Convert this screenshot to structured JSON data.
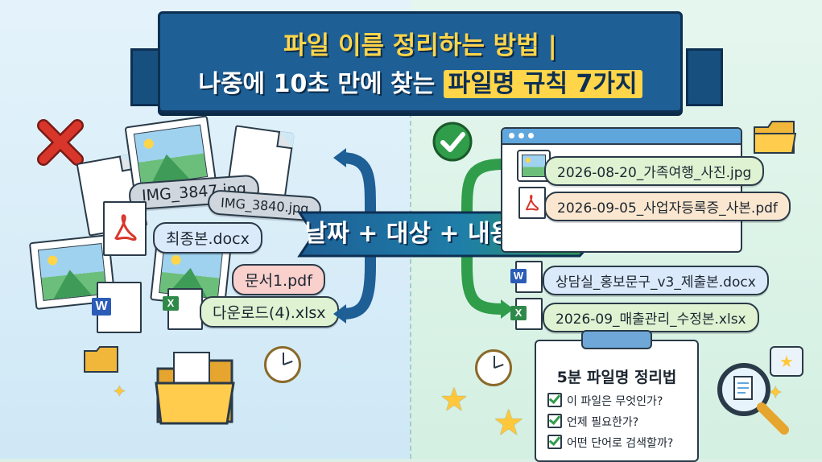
{
  "banner": {
    "line1": "파일 이름 정리하는 방법 |",
    "line2_prefix": "나중에  10초 만에 찾는 ",
    "line2_highlight": "파일명 규칙 7가지"
  },
  "left": {
    "labels": {
      "img1": "IMG_3847.jpg",
      "img2": "IMG_3840.jpg",
      "final_doc": "최종본.docx",
      "doc_pdf": "문서1.pdf",
      "download": "다운로드(4).xlsx"
    }
  },
  "center_rule": "날짜 + 대상 + 내용 + 상태",
  "right": {
    "files": [
      {
        "name": "2026-08-20_가족여행_사진.jpg",
        "icon": "image-file-icon"
      },
      {
        "name": "2026-09-05_사업자등록증_사본.pdf",
        "icon": "pdf-file-icon"
      },
      {
        "name": "상담실_홍보문구_v3_제출본.docx",
        "icon": "word-file-icon",
        "badge": "W"
      },
      {
        "name": "2026-09_매출관리_수정본.xlsx",
        "icon": "excel-file-icon",
        "badge": "X"
      }
    ]
  },
  "checklist": {
    "title": "5분 파일명 정리법",
    "items": [
      "이 파일은 무엇인가?",
      "언제 필요한가?",
      "어떤 단어로 검색할까?"
    ]
  },
  "colors": {
    "banner": "#1e5f96",
    "accent_yellow": "#ffd54a",
    "wrong_red": "#d9362b",
    "right_green": "#2f9d4a"
  },
  "icons": [
    "red-x-icon",
    "green-check-icon",
    "clock-icon",
    "folder-icon",
    "magnifier-icon",
    "star-icon"
  ]
}
